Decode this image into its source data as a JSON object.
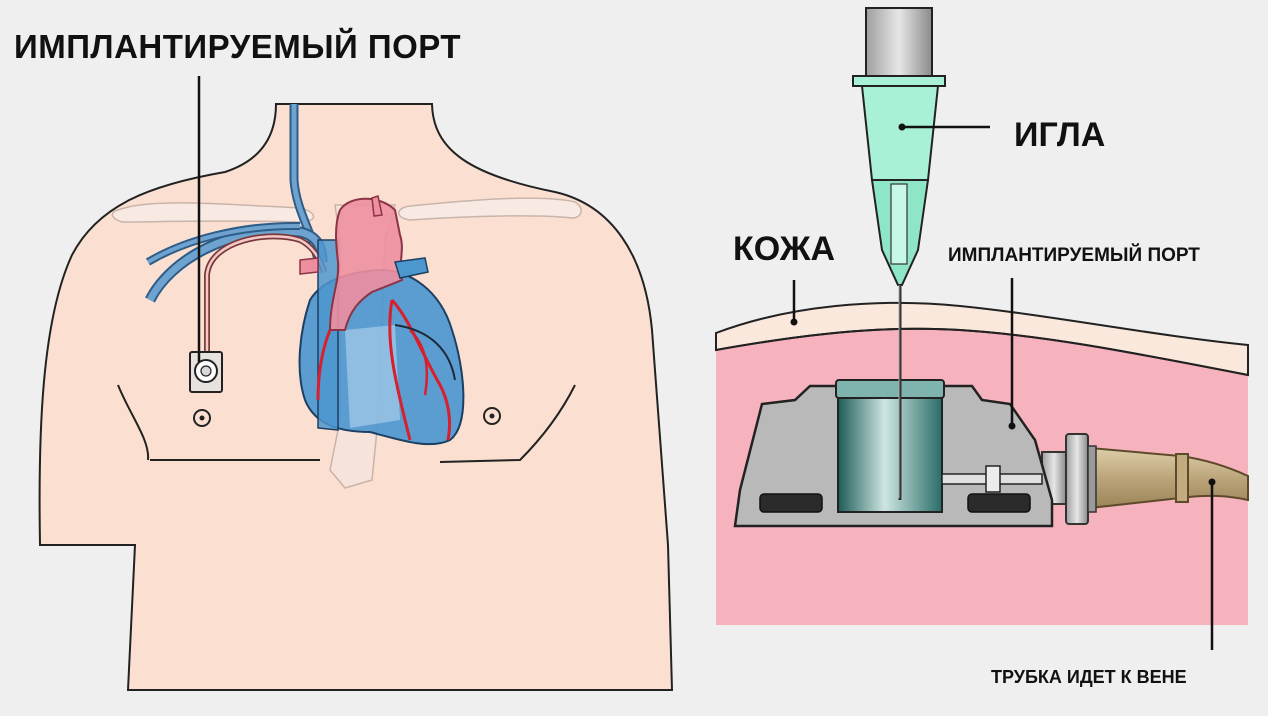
{
  "labels": {
    "title": "ИМПЛАНТИРУЕМЫЙ ПОРТ",
    "needle": "ИГЛА",
    "skin": "КОЖА",
    "port": "ИМПЛАНТИРУЕМЫЙ ПОРТ",
    "tube": "ТРУБКА ИДЕТ К ВЕНЕ"
  },
  "colors": {
    "background": "#efefef",
    "body_skin": "#fbe0d1",
    "skin_layer": "#fbe8dc",
    "tissue": "#f6b3be",
    "heart_blue": "#4d97cf",
    "heart_pink": "#ee8fa0",
    "artery_red": "#d81f2e",
    "needle_hub": "#a8f0d6",
    "port_gray": "#b3b3b3",
    "catheter_tan": "#c2ab7f"
  }
}
